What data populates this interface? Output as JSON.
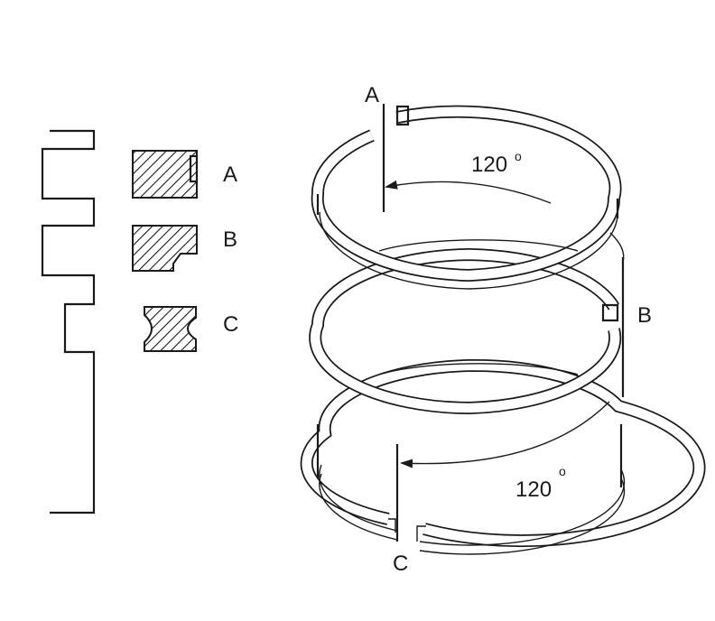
{
  "labels": {
    "groove_a": "A",
    "groove_b": "B",
    "groove_c": "C",
    "ring_a": "A",
    "ring_b": "B",
    "ring_c": "C",
    "angle_top": "120",
    "angle_bottom": "120",
    "degree": "o"
  }
}
